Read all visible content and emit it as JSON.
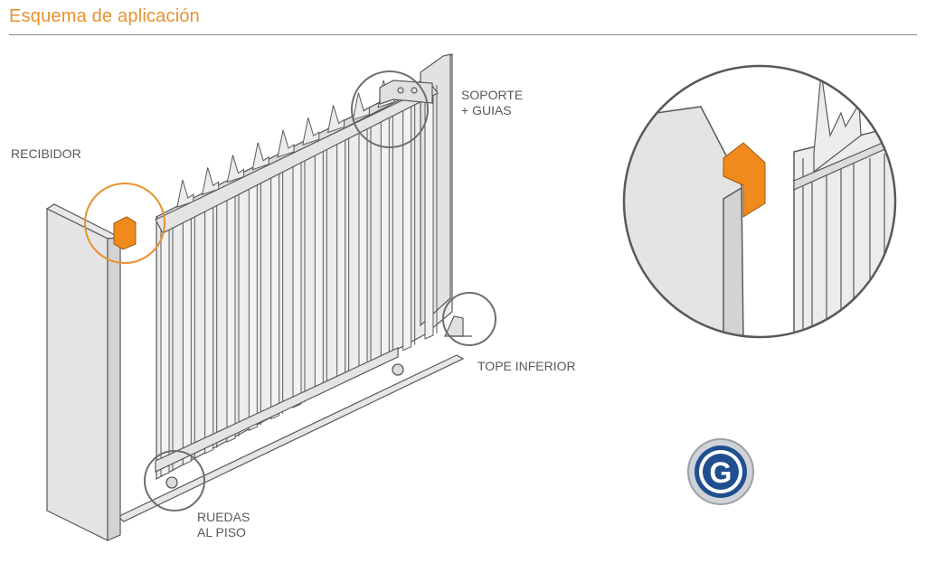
{
  "header": {
    "title": "Esquema de aplicación"
  },
  "labels": {
    "recibidor": "RECIBIDOR",
    "soporte_line1": "SOPORTE",
    "soporte_line2": "+ GUIAS",
    "tope_inferior": "TOPE INFERIOR",
    "ruedas_line1": "RUEDAS",
    "ruedas_line2": "AL PISO"
  },
  "logo": {
    "letter": "G"
  },
  "colors": {
    "accent": "#e8912d",
    "stroke": "#58595b",
    "fill": "#e6e6e6",
    "highlight_part": "#f08a1c",
    "logo_blue": "#1f4f8f"
  },
  "icons": [
    "gate-diagram",
    "callout-circle",
    "zoom-detail",
    "brand-logo"
  ]
}
